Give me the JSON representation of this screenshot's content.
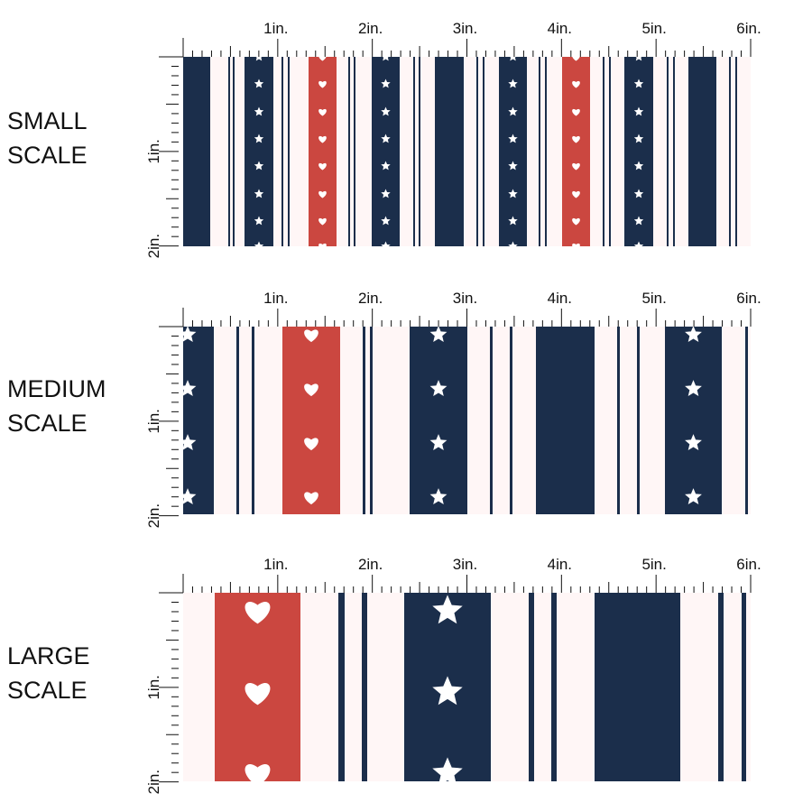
{
  "panels": [
    {
      "name": "small",
      "label_line1": "SMALL",
      "label_line2": "SCALE"
    },
    {
      "name": "medium",
      "label_line1": "MEDIUM",
      "label_line2": "SCALE"
    },
    {
      "name": "large",
      "label_line1": "LARGE",
      "label_line2": "SCALE"
    }
  ],
  "ruler": {
    "x_labels": [
      "1in.",
      "2in.",
      "3in.",
      "4in.",
      "5in.",
      "6in."
    ],
    "y_labels": [
      "1in.",
      "2in."
    ]
  },
  "colors": {
    "navy": "#1b2e4b",
    "red": "#cb4740",
    "cream": "#fff6f6",
    "ink": "#111111"
  }
}
